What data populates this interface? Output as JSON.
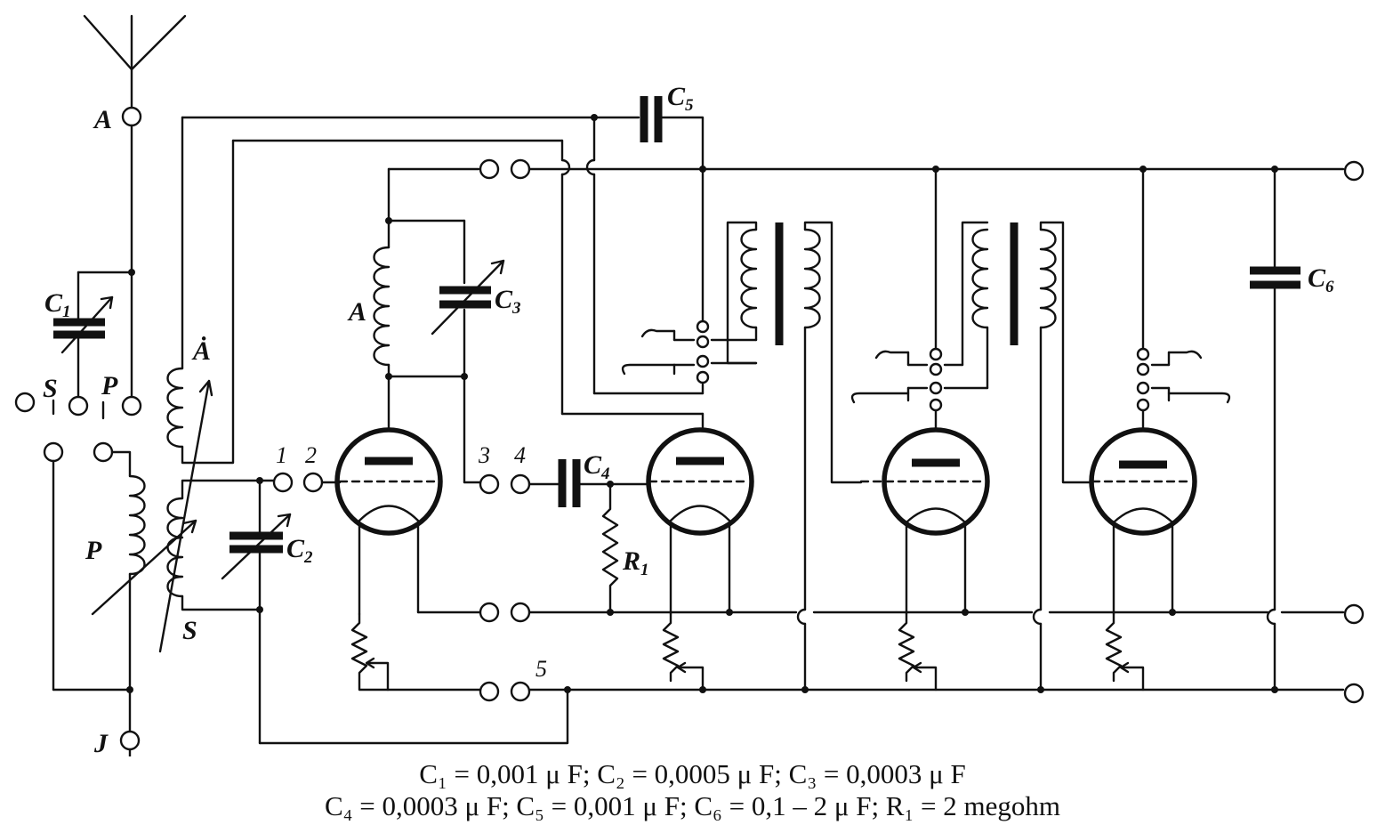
{
  "labels": {
    "antenna_terminal": "A",
    "aerial_coil": "Ȧ",
    "grid_coil": "A",
    "switch_s": "S",
    "switch_p": "P",
    "primary_coil": "P",
    "secondary_coil": "S",
    "ground_terminal": "J",
    "c1": "C",
    "c1_sub": "1",
    "c2": "C",
    "c2_sub": "2",
    "c3": "C",
    "c3_sub": "3",
    "c4": "C",
    "c4_sub": "4",
    "c5": "C",
    "c5_sub": "5",
    "c6": "C",
    "c6_sub": "6",
    "r1": "R",
    "r1_sub": "1",
    "jack_1": "1",
    "jack_2": "2",
    "jack_3": "3",
    "jack_4": "4",
    "jack_5": "5"
  },
  "legend": {
    "line1": "C₁ = 0,001 μ F;   C₂ = 0,0005 μ F;   C₃ = 0,0003 μ F",
    "line2": "C₄ = 0,0003 μ F;   C₅ = 0,001 μ F;   C₆ = 0,1 – 2 μ F;   R₁ = 2 megohm"
  }
}
